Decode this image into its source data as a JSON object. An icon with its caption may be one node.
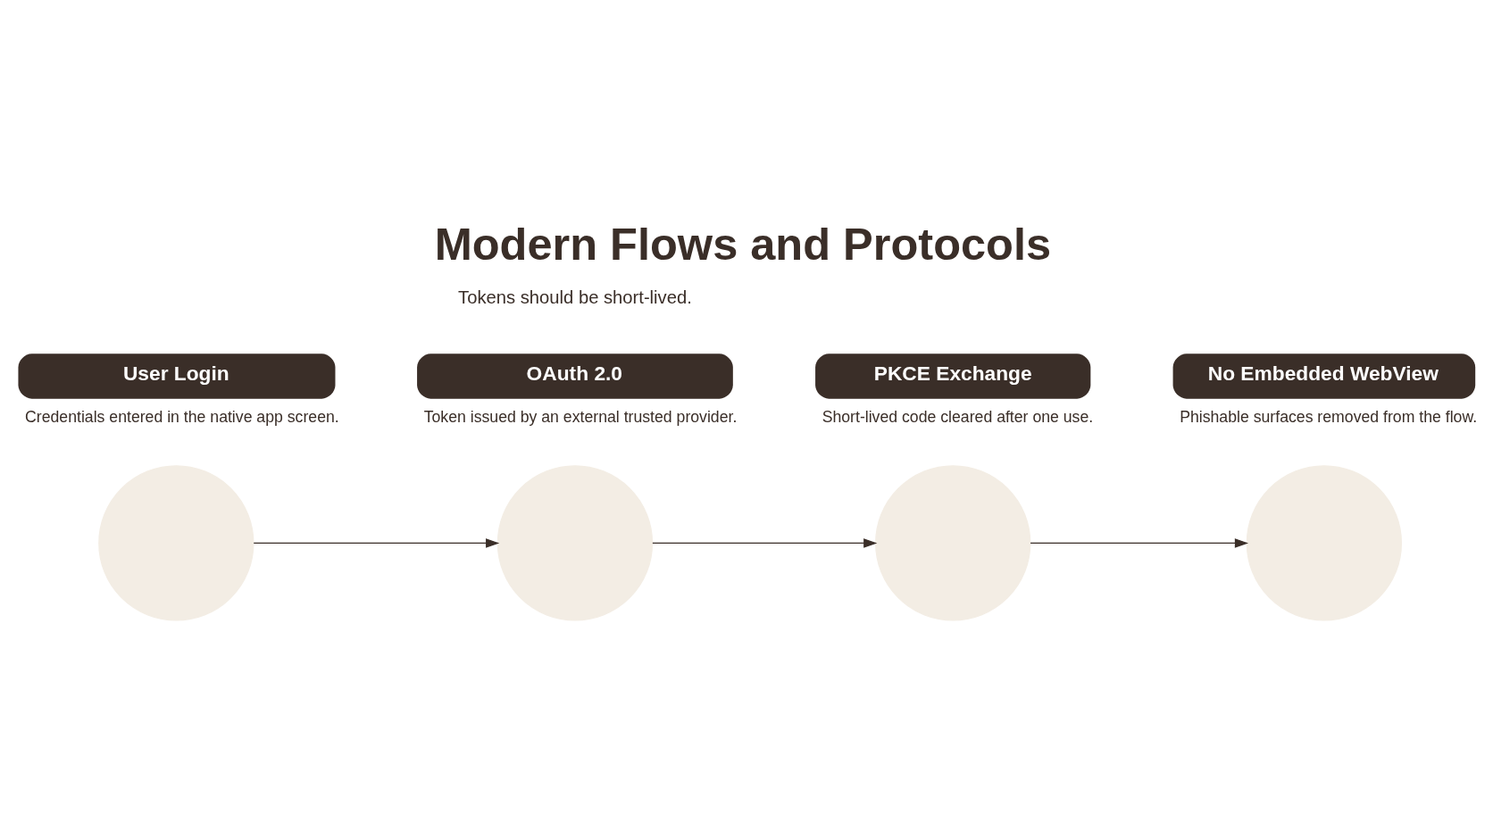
{
  "diagram": {
    "title": "Modern Flows and Protocols",
    "nodes": [
      {
        "text": [],
        "shape": "circle"
      },
      {
        "text": [],
        "shape": "circle"
      },
      {
        "text": [],
        "shape": "circle"
      },
      {
        "text": [],
        "shape": "circle"
      },
      {
        "text": [
          "User Login"
        ],
        "beside": [
          "Credentials entered in the native app screen."
        ]
      },
      {
        "text": [
          "OAuth 2.0"
        ],
        "beside": [
          "Token issued by an external trusted provider."
        ]
      },
      {
        "text": [
          "PKCE Exchange"
        ],
        "beside": [
          "Short-lived code cleared after one use."
        ]
      },
      {
        "text": [
          "No Embedded WebView"
        ],
        "beside": [
          "Phishable surfaces removed from the flow."
        ]
      }
    ],
    "edges": [
      {
        "from": 0,
        "to": 1,
        "arrow": "to"
      },
      {
        "from": 1,
        "to": 2,
        "arrow": "to"
      },
      {
        "from": 2,
        "to": 3,
        "arrow": "to"
      }
    ],
    "labels": [
      "Tokens should be short-lived."
    ]
  }
}
